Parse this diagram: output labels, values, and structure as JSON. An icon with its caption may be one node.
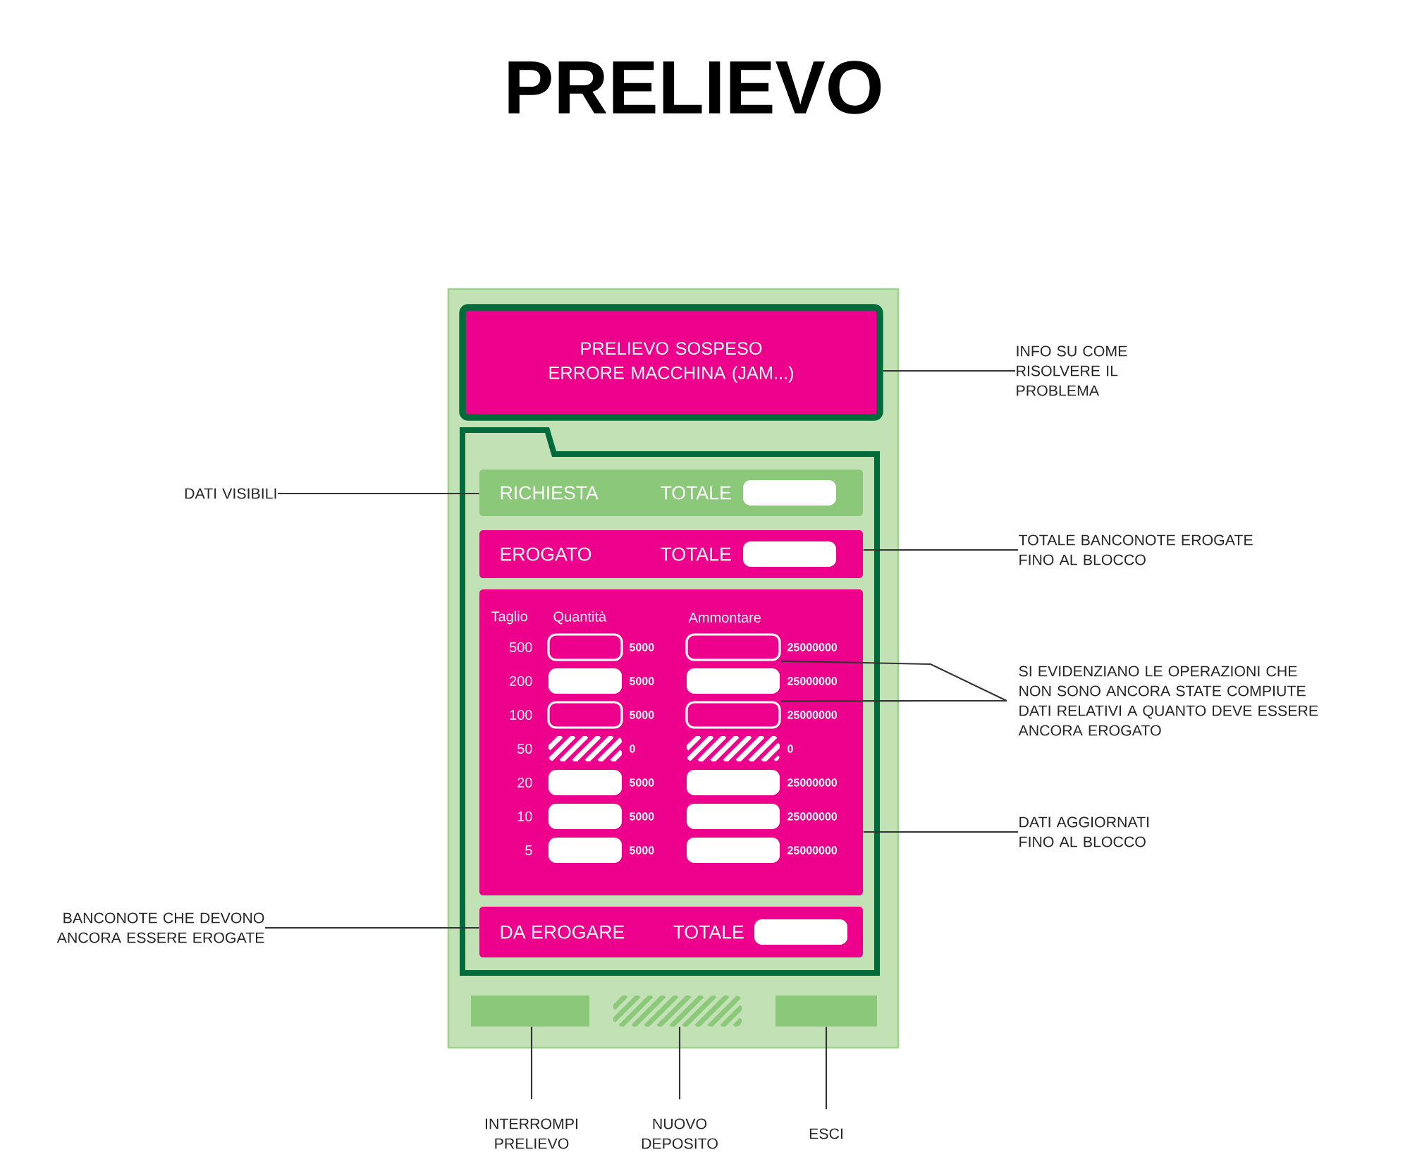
{
  "diagram": {
    "title": "PRELIEVO",
    "nodes": [
      {
        "text": [],
        "shape": "box"
      },
      {
        "text": [
          "PRELIEVO SOSPESO ERRORE MACCHINA (JAM...)"
        ],
        "in": 0
      },
      {
        "text": [],
        "shape": "box",
        "in": 0
      },
      {
        "text": [
          "RICHIESTA",
          "TOTALE"
        ],
        "in": 2
      },
      {
        "text": [
          "EROGATO",
          "TOTALE"
        ],
        "in": 2
      },
      {
        "text": [
          "Taglio",
          "Quantità",
          "Ammontare",
          "500",
          "5000",
          "25000000",
          "200",
          "5000",
          "25000000",
          "100",
          "5000",
          "25000000",
          "50",
          "0",
          "0",
          "20",
          "5000",
          "25000000",
          "10",
          "5000",
          "25000000",
          "5",
          "5000",
          "25000000"
        ],
        "in": 2
      },
      {
        "text": [],
        "shape": "box",
        "in": 5
      },
      {
        "text": [],
        "shape": "box",
        "in": 5
      },
      {
        "text": [
          "DA EROGARE",
          "TOTALE"
        ],
        "in": 2
      },
      {
        "text": [],
        "shape": "box",
        "in": 0
      },
      {
        "text": [],
        "shape": "box",
        "in": 0
      },
      {
        "text": [],
        "shape": "box",
        "in": 0
      },
      {
        "text": [
          "INFO SU COME RISOLVERE IL PROBLEMA"
        ]
      },
      {
        "text": [
          "DATI VISIBILI"
        ]
      },
      {
        "text": [
          "TOTALE BANCONOTE EROGATE FINO AL BLOCCO"
        ]
      },
      {
        "text": [
          "SI EVIDENZIANO LE OPERAZIONI CHE NON SONO ANCORA STATE COMPIUTE DATI RELATIVI A QUANTO DEVE ESSERE ANCORA EROGATO"
        ]
      },
      {
        "text": [
          "DATI AGGIORNATI FINO AL BLOCCO"
        ]
      },
      {
        "text": [
          "BANCONOTE CHE DEVONO ANCORA ESSERE EROGATE"
        ]
      },
      {
        "text": [
          "INTERROMPI PRELIEVO"
        ]
      },
      {
        "text": [
          "NUOVO DEPOSITO"
        ]
      },
      {
        "text": [
          "ESCI"
        ]
      }
    ],
    "edges": [
      {
        "from": 12,
        "to": 1,
        "arrow": "none"
      },
      {
        "from": 13,
        "to": 3,
        "arrow": "none"
      },
      {
        "from": 14,
        "to": 4,
        "arrow": "none"
      },
      {
        "from": 15,
        "to": 6,
        "arrow": "none"
      },
      {
        "from": 15,
        "to": 7,
        "arrow": "none"
      },
      {
        "from": 16,
        "to": 5,
        "arrow": "none"
      },
      {
        "from": 17,
        "to": 8,
        "arrow": "none"
      },
      {
        "from": 18,
        "to": 9,
        "arrow": "none"
      },
      {
        "from": 19,
        "to": 10,
        "arrow": "none"
      },
      {
        "from": 20,
        "to": 11,
        "arrow": "none"
      }
    ]
  }
}
